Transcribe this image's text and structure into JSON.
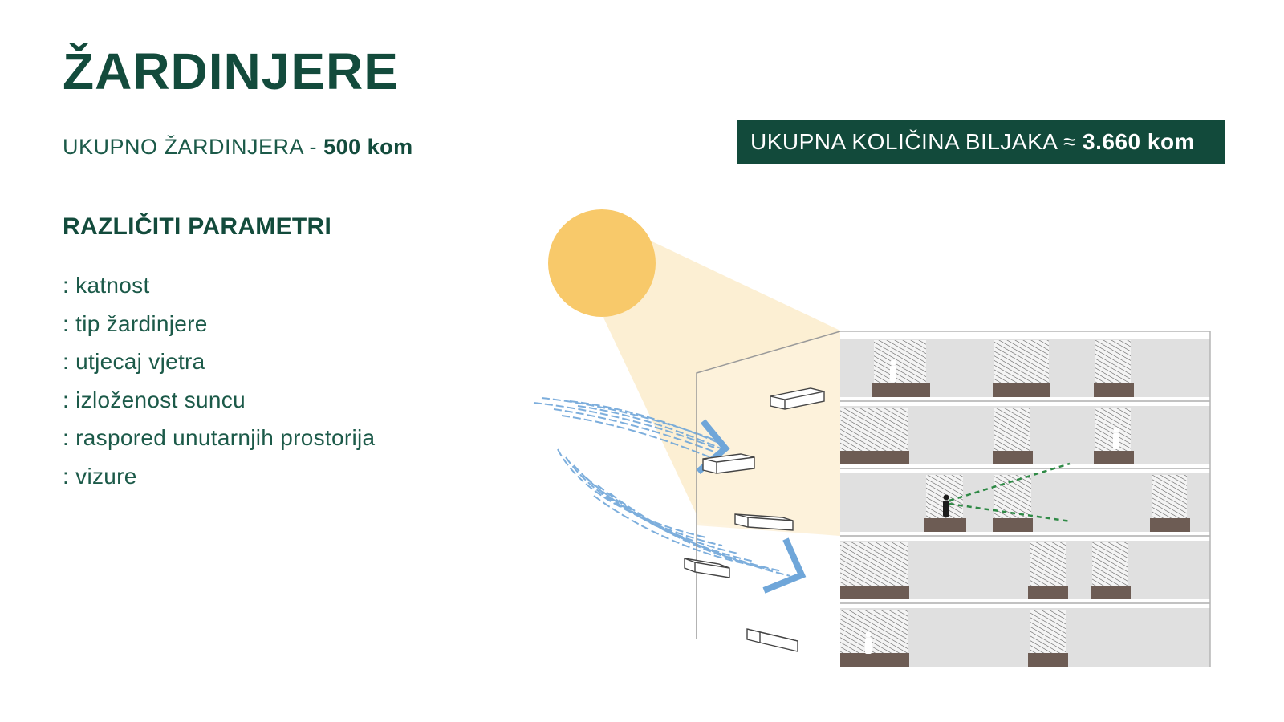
{
  "title": "ŽARDINJERE",
  "total_planters": {
    "label": "UKUPNO ŽARDINJERA -",
    "value": "500 kom"
  },
  "total_plants": {
    "label": "UKUPNA KOLIČINA BILJAKA ≈",
    "value": "3.660 kom"
  },
  "parameters": {
    "heading": "RAZLIČITI PARAMETRI",
    "items": [
      ": katnost",
      ": tip žardinjere",
      ": utjecaj vjetra",
      ": izloženost suncu",
      ": raspored unutarnjih prostorija",
      ": vizure"
    ]
  },
  "colors": {
    "brand_green": "#124a3b",
    "sun": "#f8c96a",
    "sun_beam": "#fbe9c4",
    "wind": "#6fa6d9",
    "planter": "#6d5c54",
    "view_line": "#2f8a46",
    "floor": "#e0e0e0"
  },
  "diagram_icons": [
    "sun-icon",
    "wind-icon",
    "person-icon",
    "view-lines-icon",
    "planter-icon"
  ]
}
